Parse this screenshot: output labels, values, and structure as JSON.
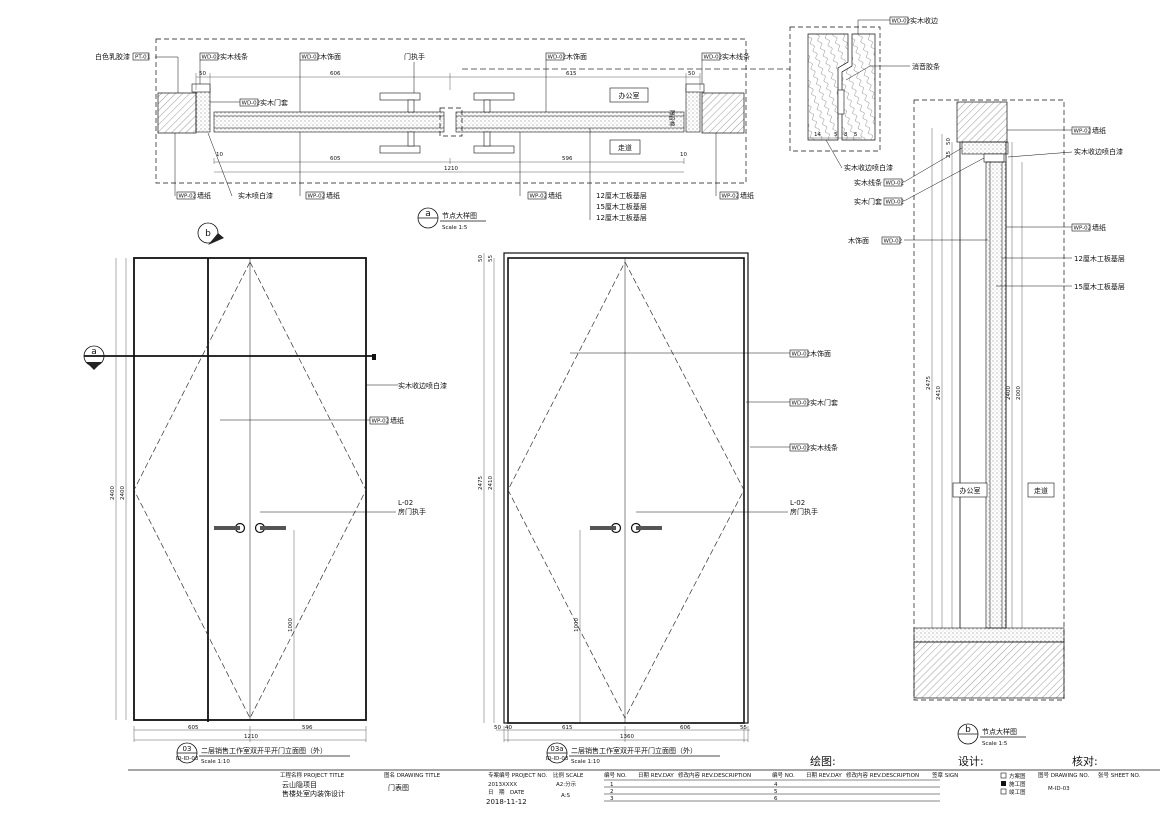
{
  "plan_a": {
    "labels": {
      "paint": "白色乳胶漆",
      "paint_tag": "PT-01",
      "trim1_tag": "WD-02",
      "trim1": "实木线条",
      "veneer1_tag": "WD-02",
      "veneer1": "木饰面",
      "handle": "门执手",
      "veneer2_tag": "WD-02",
      "veneer2": "木饰面",
      "trim2_tag": "WD-02",
      "trim2": "实木线条",
      "frame_tag": "WD-02",
      "frame": "实木门套",
      "office": "办公室",
      "corridor": "走道",
      "wp1_tag": "WP-02",
      "wp1": "墙纸",
      "edge_paint": "实木喷白漆",
      "wp2_tag": "WP-02",
      "wp2": "墙纸",
      "wp3_tag": "WP-02",
      "wp3": "墙纸",
      "wp4_tag": "WP-02",
      "wp4": "墙纸",
      "board12": "12厘木工板基层",
      "board15": "15厘木工板基层",
      "board12b": "12厘木工板基层",
      "sound": "隔音棉"
    },
    "dims": {
      "d50": "50",
      "d606": "606",
      "d615": "615",
      "d50b": "50",
      "d605": "605",
      "d596": "596",
      "d1210": "1210",
      "d10a": "10",
      "d10b": "10"
    },
    "title": "节点大样图",
    "scale": "Scale 1:5",
    "symbol": "a"
  },
  "detail_top": {
    "tag": "WD-02",
    "label": "实木收边",
    "seal": "消音胶条",
    "paint": "实木收边喷白漆",
    "dims": [
      "14",
      "5",
      "8",
      "5"
    ]
  },
  "elev_left": {
    "section_b": "b",
    "section_a": "a",
    "edge_paint": "实木收边喷白漆",
    "wp_tag": "WP-02",
    "wp": "墙纸",
    "handle_code": "L-02",
    "handle": "房门执手",
    "dims": {
      "h1": "2400",
      "h2": "2400",
      "w_total": "1210",
      "w_left": "605",
      "w_right": "596",
      "handle_h": "1000"
    },
    "num": "03",
    "sheet_ref": "ID-ID-03",
    "title": "二层销售工作室双开平开门立面图（外）",
    "scale": "Scale 1:10"
  },
  "elev_right": {
    "veneer_tag": "WD-02",
    "veneer": "木饰面",
    "frame_tag": "WD-02",
    "frame": "实木门套",
    "trim_tag": "WD-02",
    "trim": "实木线条",
    "handle_code": "L-02",
    "handle": "房门执手",
    "dims": {
      "top_a": "50",
      "top_b": "55",
      "h1": "2475",
      "h2": "2410",
      "handle_h": "1000",
      "w_total": "1360",
      "w_left": "615",
      "w_right": "606",
      "m1": "50",
      "m2": "40",
      "m3": "55"
    },
    "num": "03a",
    "sheet_ref": "ID-ID-03",
    "title": "二层销售工作室双开平开门立面图（外）",
    "scale": "Scale 1:10"
  },
  "section_b": {
    "labels": {
      "wp1_tag": "WP-02",
      "wp1": "墙纸",
      "edge_paint": "实木收边喷白漆",
      "trim_tag": "WD-02",
      "trim": "实木线条",
      "frame_tag": "WD-02",
      "frame": "实木门套",
      "veneer_tag": "WD-02",
      "veneer": "木饰面",
      "wp2_tag": "WP-02",
      "wp2": "墙纸",
      "board12": "12厘木工板基层",
      "board15": "15厘木工板基层",
      "office": "办公室",
      "corridor": "走道"
    },
    "dims": {
      "d1": "2475",
      "d2": "2410",
      "d3": "2400",
      "t1": "50",
      "t2": "25",
      "d4": "2000"
    },
    "symbol": "b",
    "title": "节点大样图",
    "scale": "Scale 1:5"
  },
  "title_block": {
    "draw": "绘图:",
    "design": "设计:",
    "check": "核对:",
    "project_h": "工程名称 PROJECT TITLE",
    "project1": "云山隐项目",
    "project2": "售楼处室内装饰设计",
    "drawing_h": "图名 DRAWING TITLE",
    "drawing": "门表图",
    "projno_h": "专案编号 PROJECT NO.",
    "projno": "2013XXXX",
    "date_h": "日　期　DATE",
    "date": "2018-11-12",
    "scale_h": "比例 SCALE",
    "scale1": "A2:分示",
    "scale2": "A:S",
    "rev_h1": "编号 NO.",
    "rev_h2": "日期 REV.DAY",
    "rev_h3": "修改内容 REV.DESCRIPTION",
    "rev_h4": "编号 NO.",
    "rev_h5": "日期 REV.DAY",
    "rev_h6": "修改内容 REV.DESCRIPTION",
    "rev": [
      "1",
      "2",
      "3",
      "4",
      "5",
      "6"
    ],
    "sign_h": "签章 SIGN",
    "opt1": "方案图",
    "opt2": "施工图",
    "opt3": "竣工图",
    "drawno_h": "图号 DRAWING NO.",
    "sheetno_h": "张号 SHEET NO.",
    "drawno": "M-ID-03"
  }
}
